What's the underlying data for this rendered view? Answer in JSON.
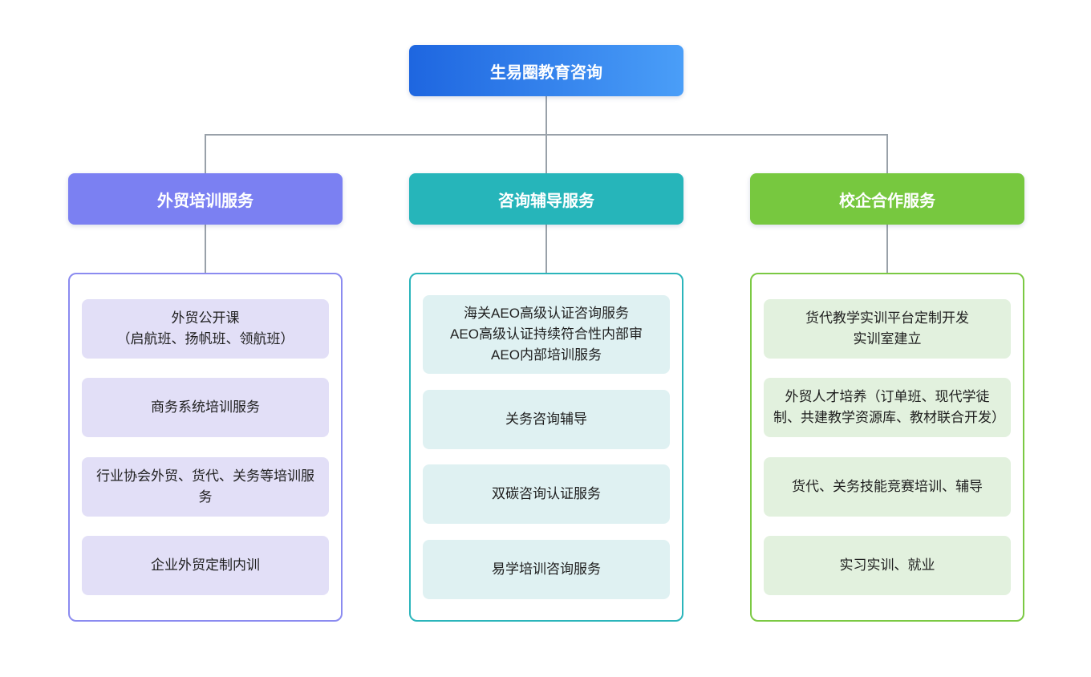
{
  "diagram": {
    "root": {
      "label": "生易圈教育咨询",
      "gradient_start": "#1E66E0",
      "gradient_end": "#4A9EF8"
    },
    "connector_color": "#99A1A9",
    "branches": [
      {
        "label": "外贸培训服务",
        "header_color": "#7B80F2",
        "border_color": "#8B8BF0",
        "item_bg": "#E2DFF7",
        "items": [
          "外贸公开课\n（启航班、扬帆班、领航班）",
          "商务系统培训服务",
          "行业协会外贸、货代、关务等培训服务",
          "企业外贸定制内训"
        ]
      },
      {
        "label": "咨询辅导服务",
        "header_color": "#26B5BA",
        "border_color": "#2BB5BB",
        "item_bg": "#DFF1F2",
        "items": [
          "海关AEO高级认证咨询服务\nAEO高级认证持续符合性内部审\nAEO内部培训服务",
          "关务咨询辅导",
          "双碳咨询认证服务",
          "易学培训咨询服务"
        ]
      },
      {
        "label": "校企合作服务",
        "header_color": "#77C83F",
        "border_color": "#7BC943",
        "item_bg": "#E2F1DE",
        "items": [
          "货代教学实训平台定制开发\n实训室建立",
          "外贸人才培养（订单班、现代学徒制、共建教学资源库、教材联合开发）",
          "货代、关务技能竞赛培训、辅导",
          "实习实训、就业"
        ]
      }
    ]
  }
}
